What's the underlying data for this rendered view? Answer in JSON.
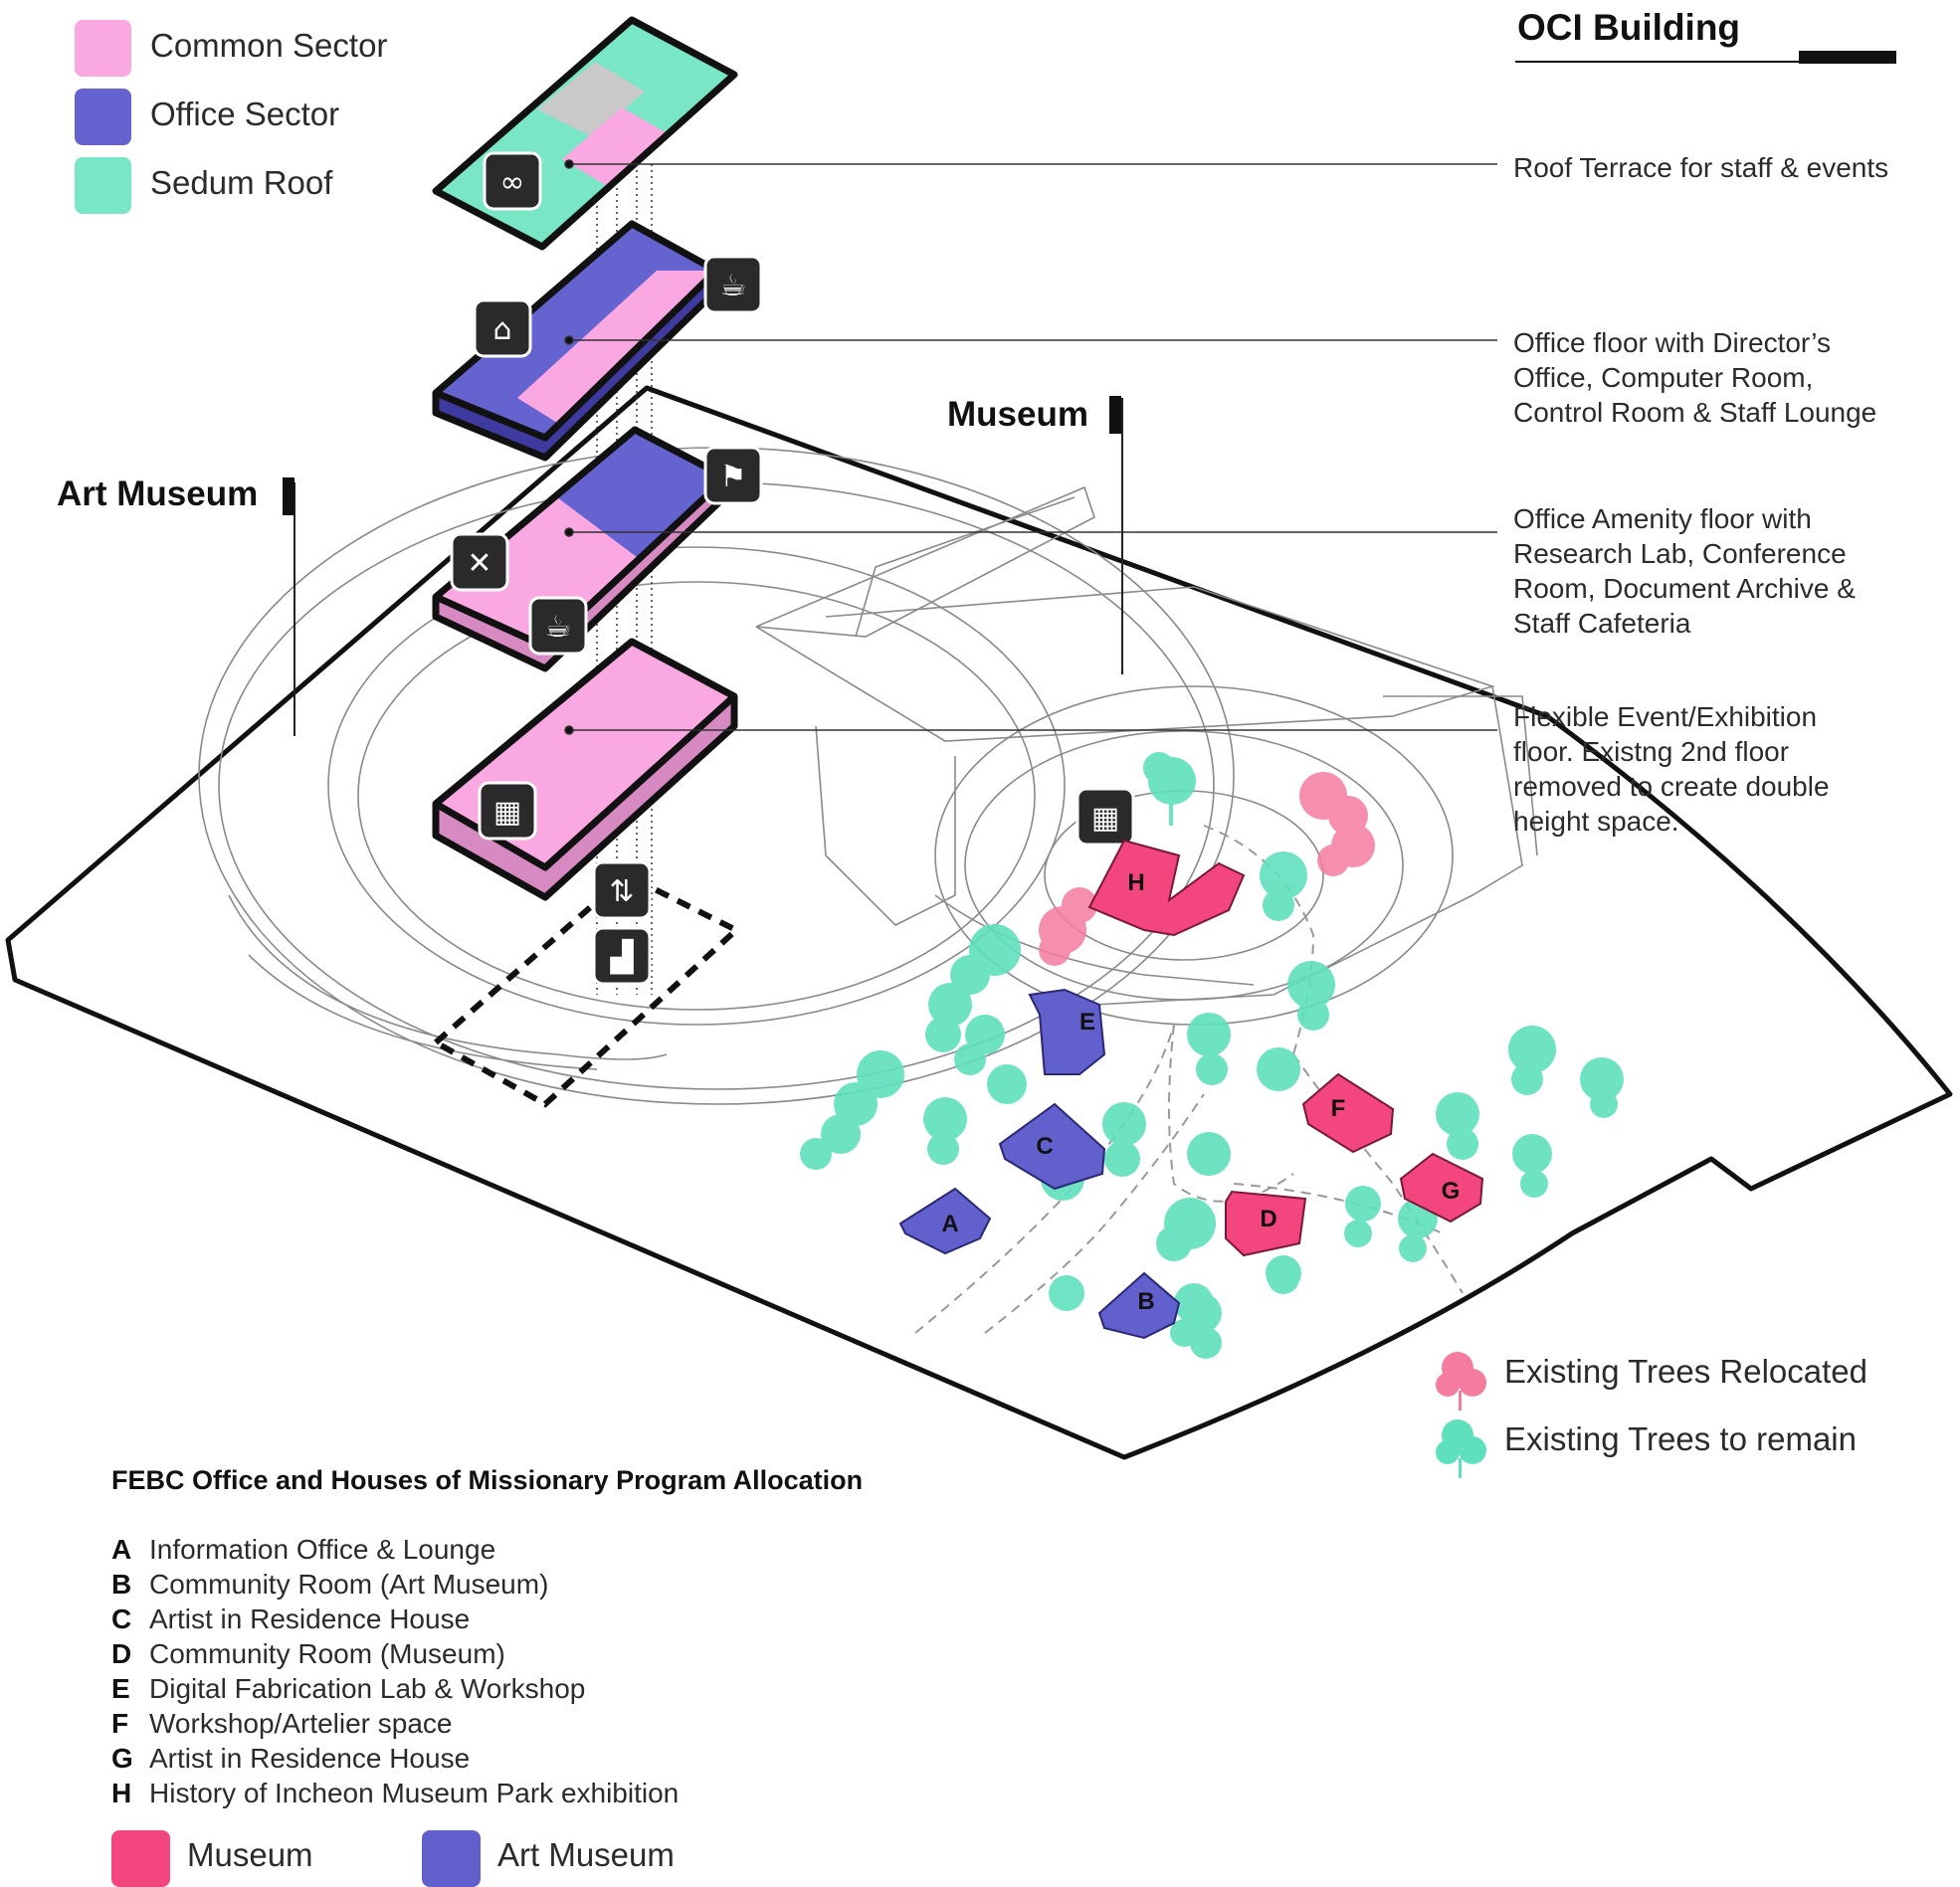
{
  "legend_sectors": [
    {
      "label": "Common Sector",
      "color": "#f9a8e2"
    },
    {
      "label": "Office Sector",
      "color": "#6563d0"
    },
    {
      "label": "Sedum Roof",
      "color": "#79e6c6"
    }
  ],
  "oci_building": {
    "title": "OCI Building",
    "floors": [
      {
        "lines": [
          "Roof Terrace for staff & events"
        ]
      },
      {
        "lines": [
          "Office floor with Director’s",
          "Office, Computer Room,",
          "Control Room & Staff Lounge"
        ]
      },
      {
        "lines": [
          "Office Amenity floor with",
          "Research Lab, Conference",
          "Room, Document Archive &",
          "Staff Cafeteria"
        ]
      },
      {
        "lines": [
          "Flexible Event/Exhibition",
          "floor. Existng 2nd floor",
          "removed to create double",
          "height space."
        ]
      }
    ]
  },
  "labels": {
    "art_museum": "Art Museum",
    "museum": "Museum"
  },
  "icons": [
    {
      "name": "binoculars-icon",
      "glyph": "∞"
    },
    {
      "name": "coffee-cup-icon",
      "glyph": "☕"
    },
    {
      "name": "desk-worker-icon",
      "glyph": "⌂"
    },
    {
      "name": "presentation-icon",
      "glyph": "⚑"
    },
    {
      "name": "fork-knife-icon",
      "glyph": "✕"
    },
    {
      "name": "coffee-cup-icon-2",
      "glyph": "☕"
    },
    {
      "name": "exhibition-icon",
      "glyph": "▦"
    },
    {
      "name": "exhibition-icon-2",
      "glyph": "▦"
    },
    {
      "name": "elevator-icon",
      "glyph": "⇅"
    },
    {
      "name": "stairs-icon",
      "glyph": "▟"
    }
  ],
  "houses": [
    {
      "letter": "A",
      "group": "art_museum"
    },
    {
      "letter": "B",
      "group": "art_museum"
    },
    {
      "letter": "C",
      "group": "art_museum"
    },
    {
      "letter": "D",
      "group": "museum"
    },
    {
      "letter": "E",
      "group": "art_museum"
    },
    {
      "letter": "F",
      "group": "museum"
    },
    {
      "letter": "G",
      "group": "museum"
    },
    {
      "letter": "H",
      "group": "museum"
    }
  ],
  "tree_legend": [
    {
      "label": "Existing Trees Relocated",
      "color": "#f47c9f"
    },
    {
      "label": "Existing Trees to remain",
      "color": "#5fe0bc"
    }
  ],
  "program": {
    "title": "FEBC Office and Houses of Missionary Program Allocation",
    "items": [
      {
        "letter": "A",
        "text": "Information Office & Lounge"
      },
      {
        "letter": "B",
        "text": "Community Room (Art Museum)"
      },
      {
        "letter": "C",
        "text": "Artist in Residence House"
      },
      {
        "letter": "D",
        "text": "Community Room (Museum)"
      },
      {
        "letter": "E",
        "text": "Digital Fabrication Lab & Workshop"
      },
      {
        "letter": "F",
        "text": "Workshop/Artelier space"
      },
      {
        "letter": "G",
        "text": "Artist in Residence House"
      },
      {
        "letter": "H",
        "text": "History of Incheon Museum Park exhibition"
      }
    ]
  },
  "bottom_legend": [
    {
      "label": "Museum",
      "color": "#f3467f"
    },
    {
      "label": "Art Museum",
      "color": "#6260cc"
    }
  ]
}
